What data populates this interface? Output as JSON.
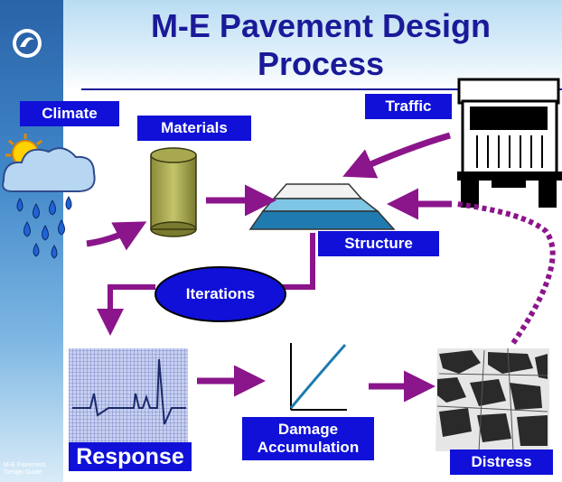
{
  "title": {
    "line1": "M-E Pavement Design",
    "line2": "Process"
  },
  "labels": {
    "climate": "Climate",
    "materials": "Materials",
    "traffic": "Traffic",
    "structure": "Structure",
    "iterations": "Iterations",
    "response": "Response",
    "damage_line1": "Damage",
    "damage_line2": "Accumulation",
    "distress": "Distress"
  },
  "footer": {
    "line1": "M-E Pavement",
    "line2": "Design Guide"
  },
  "colors": {
    "label_bg": "#1010d8",
    "arrow": "#8b158b",
    "title": "#1a1a99",
    "sidebar": "#3f86c8"
  }
}
